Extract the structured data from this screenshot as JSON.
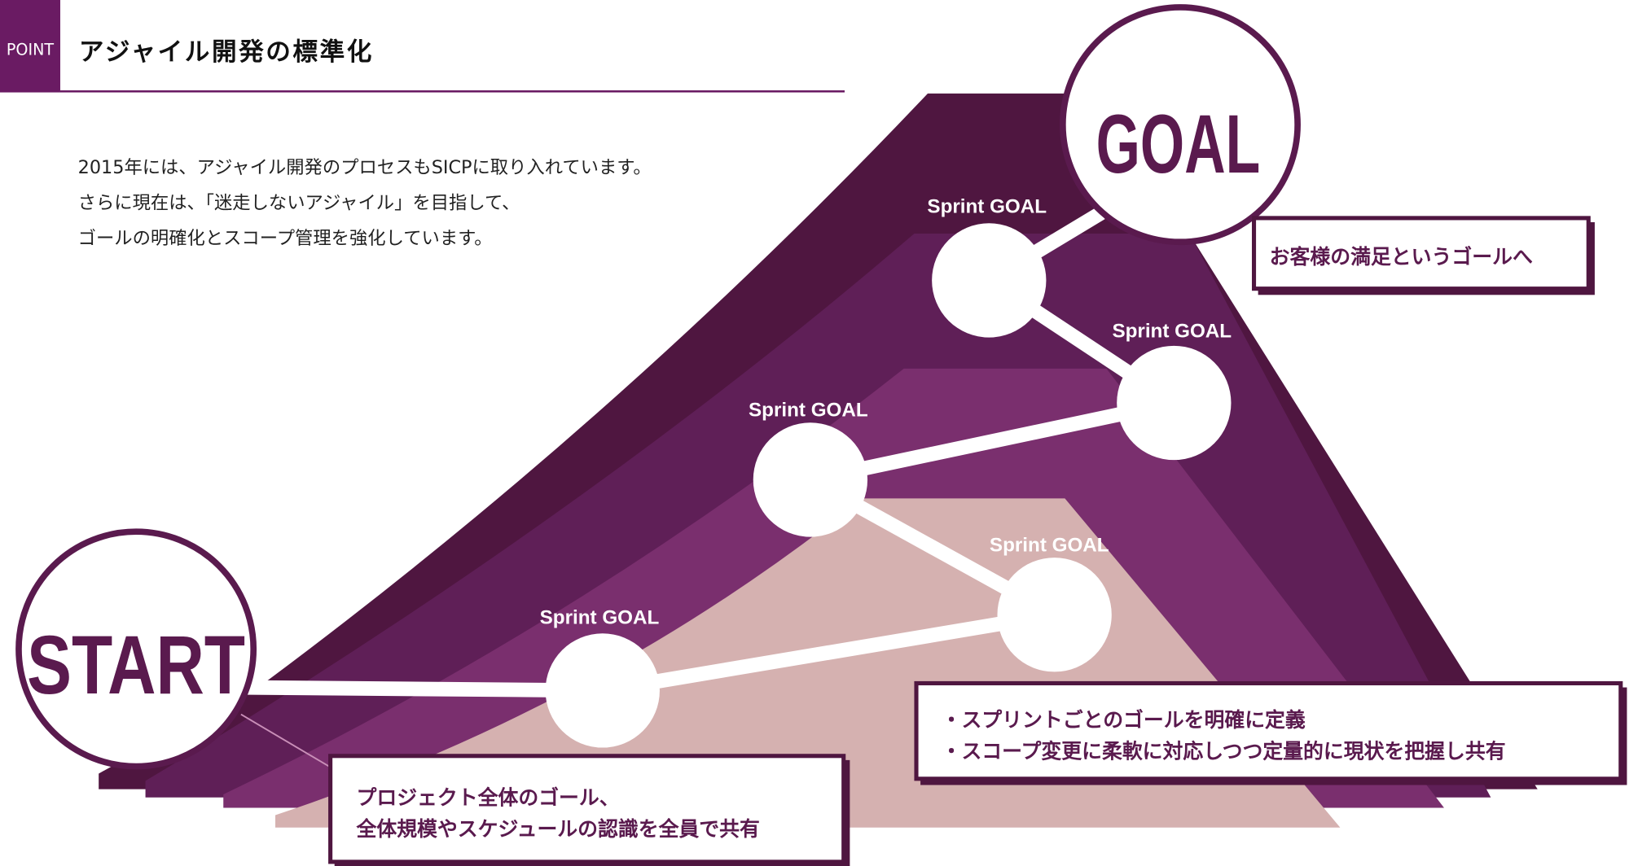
{
  "header": {
    "badge": "POINT",
    "title": "アジャイル開発の標準化"
  },
  "intro": {
    "lines": [
      "2015年には、アジャイル開発のプロセスもSICPに取り入れています。",
      "さらに現在は、「迷走しないアジャイル」を目指して、",
      "ゴールの明確化とスコープ管理を強化しています。"
    ]
  },
  "diagram": {
    "start_label": "START",
    "goal_label": "GOAL",
    "sprint_label": "Sprint  GOAL",
    "goal_callout": "お客様の満足というゴールへ",
    "sprint_callout": [
      "・スプリントごとのゴールを明確に定義",
      "・スコープ変更に柔軟に対応しつつ定量的に現状を把握し共有"
    ],
    "start_callout": [
      "プロジェクト全体のゴール、",
      "全体規模やスケジュールの認識を全員で共有"
    ]
  },
  "colors": {
    "accent": "#6a1b63",
    "layer1": "#4f1640",
    "layer2": "#5f1f57",
    "layer3": "#7a2f6e",
    "layer4": "#d5b1b0",
    "circle_stroke": "#5a1a4e"
  }
}
